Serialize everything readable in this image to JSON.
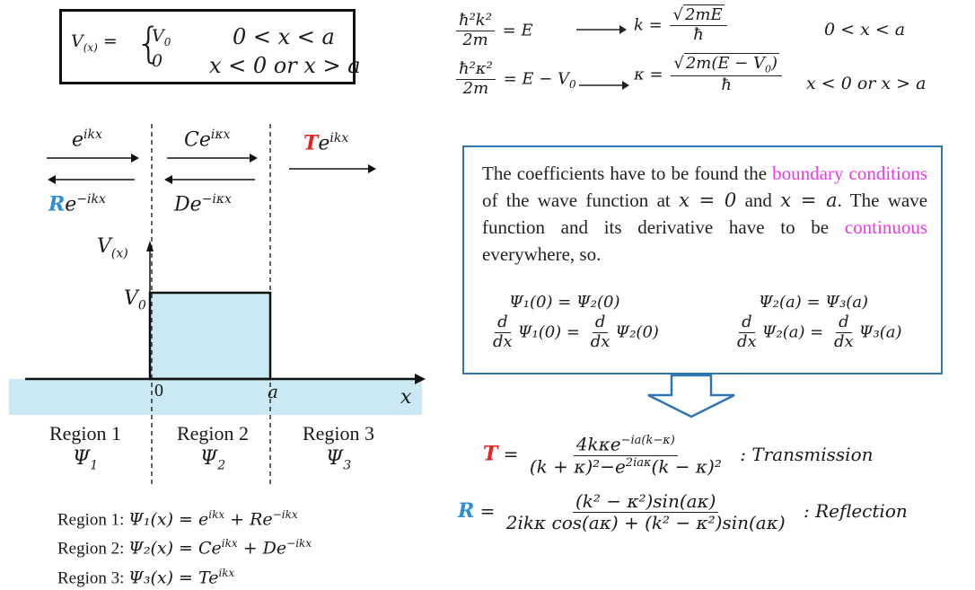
{
  "potential": {
    "lhs": "V",
    "lhs_sub": "(x)",
    "case1_value": "V",
    "case1_sub": "0",
    "case1_cond": "0 < x < a",
    "case2_value": "0",
    "case2_cond": "x < 0 or x > a"
  },
  "energy_relations": {
    "row1": {
      "num": "ħ²k²",
      "den": "2m",
      "rhs": "= E",
      "k_lhs": "k =",
      "sqrt": "2mE",
      "k_den": "ħ",
      "cond": "0 < x < a"
    },
    "row2": {
      "num": "ħ²κ²",
      "den": "2m",
      "rhs": "= E − V",
      "rhs_sub": "0",
      "k_lhs": "κ =",
      "sqrt": "2m(E − V",
      "sqrt_sub": "0",
      "sqrt_close": ")",
      "k_den": "ħ",
      "cond": "x < 0 or x > a"
    }
  },
  "waves": {
    "incident": "e",
    "incident_exp": "ikx",
    "reflected_coef": "R",
    "reflected": "e",
    "reflected_exp": "−ikx",
    "middle_forward_coef": "C",
    "middle_forward": "e",
    "middle_forward_exp": "iκx",
    "middle_back_coef": "D",
    "middle_back": "e",
    "middle_back_exp": "−iκx",
    "transmitted_coef": "T",
    "transmitted": "e",
    "transmitted_exp": "ikx"
  },
  "plot": {
    "y_axis": "V",
    "y_axis_sub": "(x)",
    "barrier_label": "V",
    "barrier_label_sub": "0",
    "origin": "0",
    "a_label": "a",
    "x_axis": "x"
  },
  "regions": [
    {
      "name": "Region 1",
      "psi": "Ψ",
      "psi_sub": "1"
    },
    {
      "name": "Region 2",
      "psi": "Ψ",
      "psi_sub": "2"
    },
    {
      "name": "Region 3",
      "psi": "Ψ",
      "psi_sub": "3"
    }
  ],
  "wavefunctions": [
    {
      "label": "Region 1: ",
      "expr": "Ψ₁(x) = e",
      "exp1": "ikx",
      "mid": " + Re",
      "exp2": "−ikx"
    },
    {
      "label": "Region 2: ",
      "expr": "Ψ₂(x) = Ce",
      "exp1": "ikx",
      "mid": " + De",
      "exp2": "−ikx"
    },
    {
      "label": "Region 3: ",
      "expr": "Ψ₃(x) = Te",
      "exp1": "ikx",
      "mid": "",
      "exp2": ""
    }
  ],
  "info": {
    "text_a": "The coefficients  have to be found the ",
    "highlight1": "boundary conditions",
    "text_b": " of the wave function at ",
    "cond1": "x = 0",
    "text_c": " and ",
    "cond2": "x = a",
    "text_d": ". The wave function and its derivative have to be ",
    "highlight2": "continuous",
    "text_e": " everywhere, so.",
    "eq_left_1": "Ψ₁(0) = Ψ₂(0)",
    "eq_right_1": "Ψ₂(a) = Ψ₃(a)",
    "d": "d",
    "dx": "dx",
    "eq_left_2a": "Ψ₁(0) =",
    "eq_left_2b": "Ψ₂(0)",
    "eq_right_2a": "Ψ₂(a) =",
    "eq_right_2b": "Ψ₃(a)"
  },
  "results": {
    "T_symbol": "T",
    "T_num": "4kκe",
    "T_num_exp": "−ia(k−κ)",
    "T_den": "(k + κ)²−e",
    "T_den_exp": "2iaκ",
    "T_den_tail": "(k − κ)²",
    "T_label": ": Transmission",
    "R_symbol": "R",
    "R_num": "(k² − κ²)sin(aκ)",
    "R_den": "2ikκ cos(aκ) + (k² − κ²)sin(aκ)",
    "R_label": ": Reflection"
  },
  "colors": {
    "accent_blue": "#2e75b6",
    "barrier_fill": "#cbe9f3",
    "red": "#e8201e",
    "magenta": "#e63be0"
  }
}
